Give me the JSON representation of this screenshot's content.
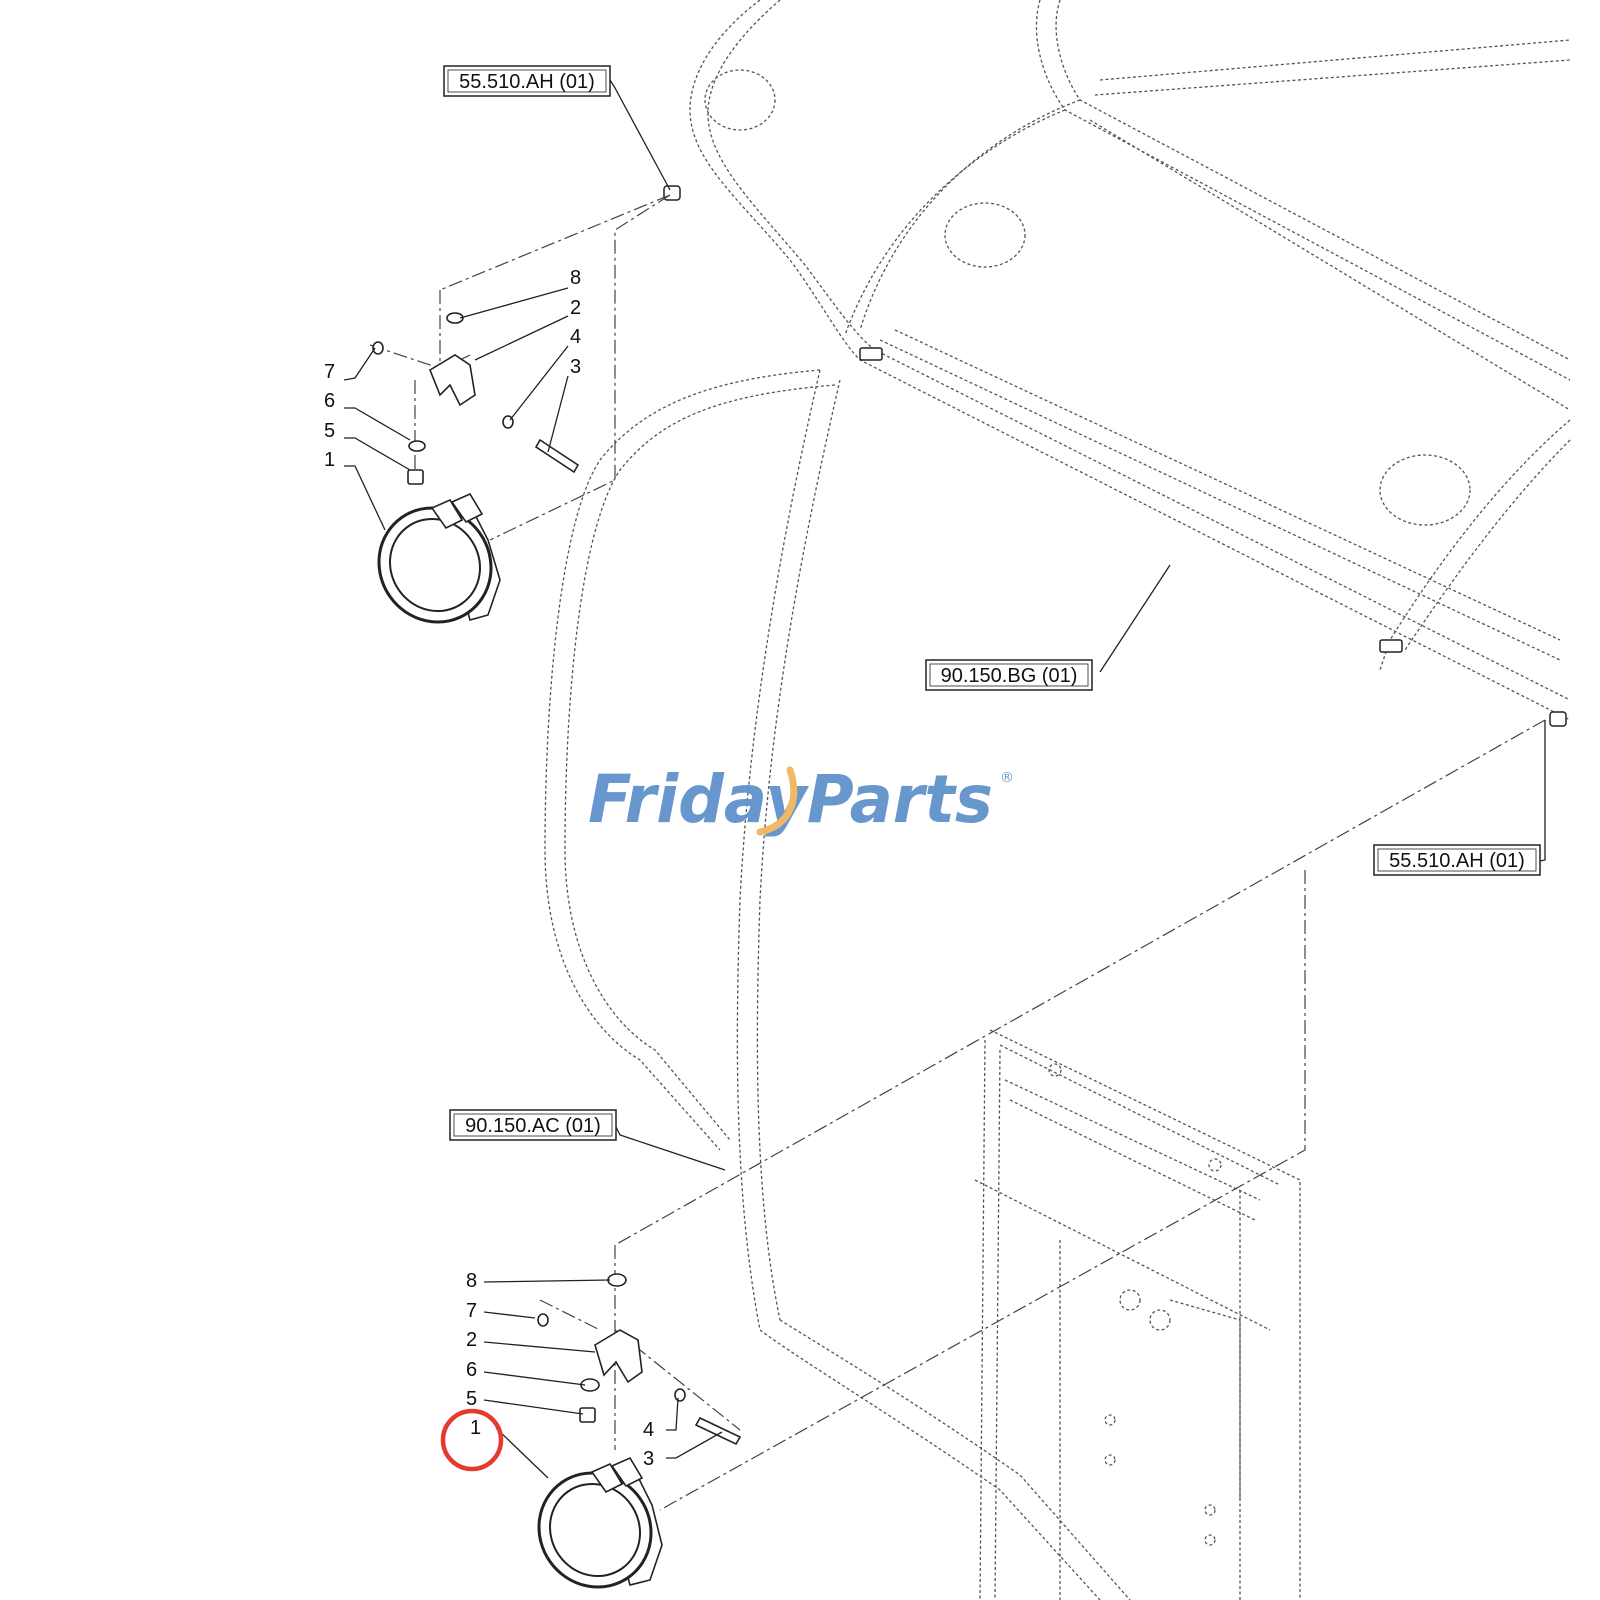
{
  "watermark": {
    "text": "FridayParts",
    "registered_mark": "®",
    "brand_color": "#5b8fc9",
    "accent_color": "#f0b25a"
  },
  "references": {
    "top": "55.510.AH (01)",
    "right": "55.510.AH (01)",
    "roof": "90.150.BG (01)",
    "frame": "90.150.AC (01)"
  },
  "callouts_upper": [
    "8",
    "2",
    "4",
    "3",
    "7",
    "6",
    "5",
    "1"
  ],
  "callouts_lower": [
    "8",
    "7",
    "2",
    "6",
    "5",
    "1",
    "4",
    "3"
  ],
  "highlight": {
    "color": "#e53a2e",
    "target": "1"
  },
  "line_color": "#333333"
}
